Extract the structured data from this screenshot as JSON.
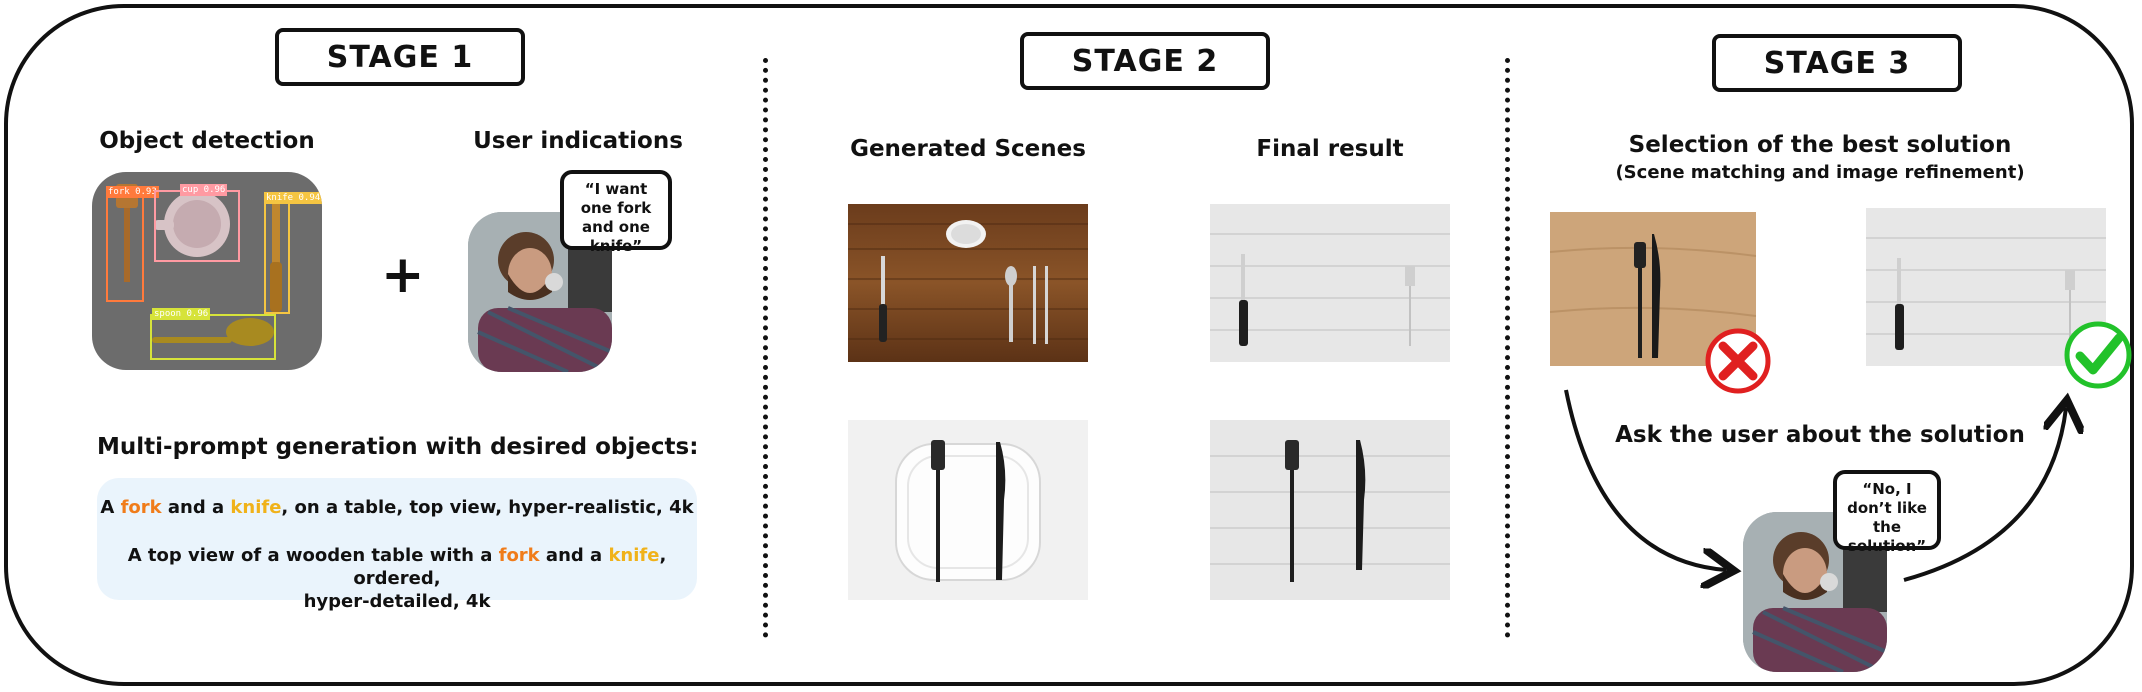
{
  "stage1": {
    "title": "STAGE 1",
    "object_detection": "Object detection",
    "user_indications": "User indications",
    "user_quote": "“I want one fork and one knife”",
    "plus": "+",
    "detections": [
      {
        "label": "fork 0.93",
        "color": "#ff7a3c"
      },
      {
        "label": "cup 0.96",
        "color": "#ff9aa2"
      },
      {
        "label": "knife 0.94",
        "color": "#f5c542"
      },
      {
        "label": "spoon 0.96",
        "color": "#d6e33a"
      }
    ],
    "multi_prompt_title": "Multi-prompt generation with desired objects:",
    "prompt1": {
      "p1": "A ",
      "fork": "fork",
      "p2": " and a ",
      "knife": "knife",
      "p3": ",  on a table, top view, hyper-realistic, 4k"
    },
    "prompt2": {
      "p1": "A top view of a wooden table with a ",
      "fork": "fork",
      "p2": " and a ",
      "knife": "knife",
      "p3": ", ordered,",
      "line2": "hyper-detailed, 4k"
    }
  },
  "stage2": {
    "title": "STAGE 2",
    "generated": "Generated Scenes",
    "final": "Final result"
  },
  "stage3": {
    "title": "STAGE 3",
    "selection": "Selection of the best solution",
    "selection_sub": "(Scene matching and image refinement)",
    "ask": "Ask the user about the solution",
    "user_quote": "“No, I don’t like the solution”"
  },
  "colors": {
    "reject": "#e02020",
    "accept": "#22c22a",
    "fork_keyword": "#f07c1a",
    "knife_keyword": "#f0b21a",
    "prompt_bg": "#eaf4fc"
  }
}
